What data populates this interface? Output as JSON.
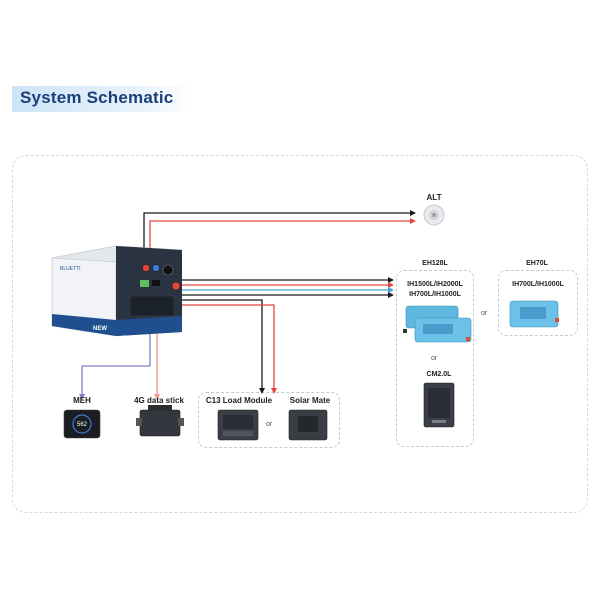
{
  "title": "System Schematic",
  "device": {
    "brand_text": "BLUETTI",
    "model_text": "NEW"
  },
  "labels": {
    "alt": "ALT",
    "eh128l": "EH128L",
    "eh70l": "EH70L",
    "ih_line1": "IH1500L/IH2000L",
    "ih_line2": "IH700L/IH1000L",
    "ih_eh70l": "IH700L/IH1000L",
    "cm20l": "CM2.0L",
    "meh": "MEH",
    "data_stick": "4G data stick",
    "c13": "C13 Load Module",
    "solar_mate": "Solar Mate",
    "meh_display": "562"
  },
  "or_labels": [
    "or",
    "or",
    "or"
  ],
  "colors": {
    "wire_black": "#1a1a1a",
    "wire_red": "#e0473f",
    "wire_blue": "#4aa3d8",
    "wire_purple": "#8a7bc6",
    "wire_salmon": "#f29a8a",
    "device_blue": "#1f4f8f",
    "inverter_blue": "#5fb7e0",
    "title_color": "#1b3f7a"
  }
}
